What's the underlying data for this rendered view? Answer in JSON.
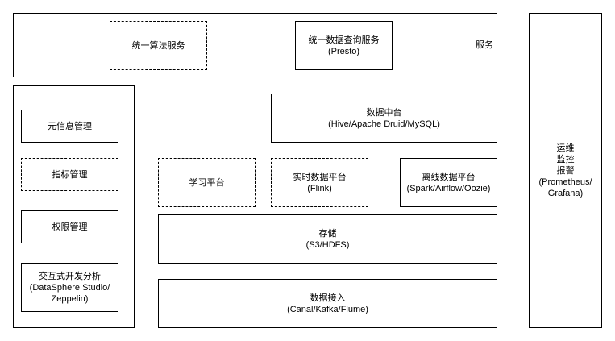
{
  "service_layer": {
    "label": "服务",
    "algorithm_service": "统一算法服务",
    "query_service": {
      "line1": "统一数据查询服务",
      "line2": "(Presto)"
    }
  },
  "left_panel": {
    "metadata": "元信息管理",
    "metrics": "指标管理",
    "permissions": "权限管理",
    "interactive": {
      "line1": "交互式开发分析",
      "line2": "(DataSphere Studio/",
      "line3": "Zeppelin)"
    }
  },
  "core": {
    "data_middle": {
      "line1": "数据中台",
      "line2": "(Hive/Apache Druid/MySQL)"
    },
    "learning": "学习平台",
    "realtime": {
      "line1": "实时数据平台",
      "line2": "(Flink)"
    },
    "offline": {
      "line1": "离线数据平台",
      "line2": "(Spark/Airflow/Oozie)"
    },
    "storage": {
      "line1": "存储",
      "line2": "(S3/HDFS)"
    },
    "ingestion": {
      "line1": "数据接入",
      "line2": "(Canal/Kafka/Flume)"
    }
  },
  "ops_panel": {
    "line1": "运维",
    "line2": "监控",
    "line3": "报警",
    "line4": "(Prometheus/",
    "line5": "Grafana)"
  }
}
